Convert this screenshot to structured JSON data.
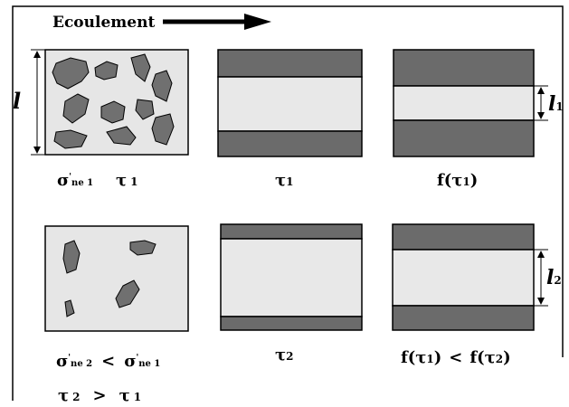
{
  "flow": {
    "title": "Ecoulement"
  },
  "labels": {
    "l": "l",
    "l1_base": "l",
    "l1_sub": "1",
    "l2_base": "l",
    "l2_sub": "2"
  },
  "row1": {
    "panel1_caption_sigma": "σ",
    "panel1_caption_sigma_sub": "ne 1",
    "panel1_caption_prime": "'",
    "panel1_caption_tau": "τ",
    "panel1_caption_tau_sub": "1",
    "panel2_caption_tau": "τ",
    "panel2_caption_tau_sub": "1",
    "panel3_caption": "f(τ",
    "panel3_caption_sub": "1",
    "panel3_caption_end": ")"
  },
  "row2": {
    "cmp1_sigma_a": "σ",
    "cmp1_sigma_a_sub": "ne 2",
    "cmp1_lt": "<",
    "cmp1_sigma_b": "σ",
    "cmp1_sigma_b_sub": "ne 1",
    "cmp2_tau_a": "τ",
    "cmp2_tau_a_sub": "2",
    "cmp2_gt": ">",
    "cmp2_tau_b": "τ",
    "cmp2_tau_b_sub": "1",
    "panel2_caption_tau": "τ",
    "panel2_caption_tau_sub": "2",
    "panel3_f1": "f(τ",
    "panel3_f1_sub": "1",
    "panel3_f1_end": ")",
    "panel3_lt": "<",
    "panel3_f2": "f(τ",
    "panel3_f2_sub": "2",
    "panel3_f2_end": ")"
  },
  "colors": {
    "grain_fill": "#707070",
    "matrix_fill": "#e6e6e6",
    "dark_band": "#6b6b6b",
    "light_band": "#e8e8e8",
    "border": "#000000"
  }
}
